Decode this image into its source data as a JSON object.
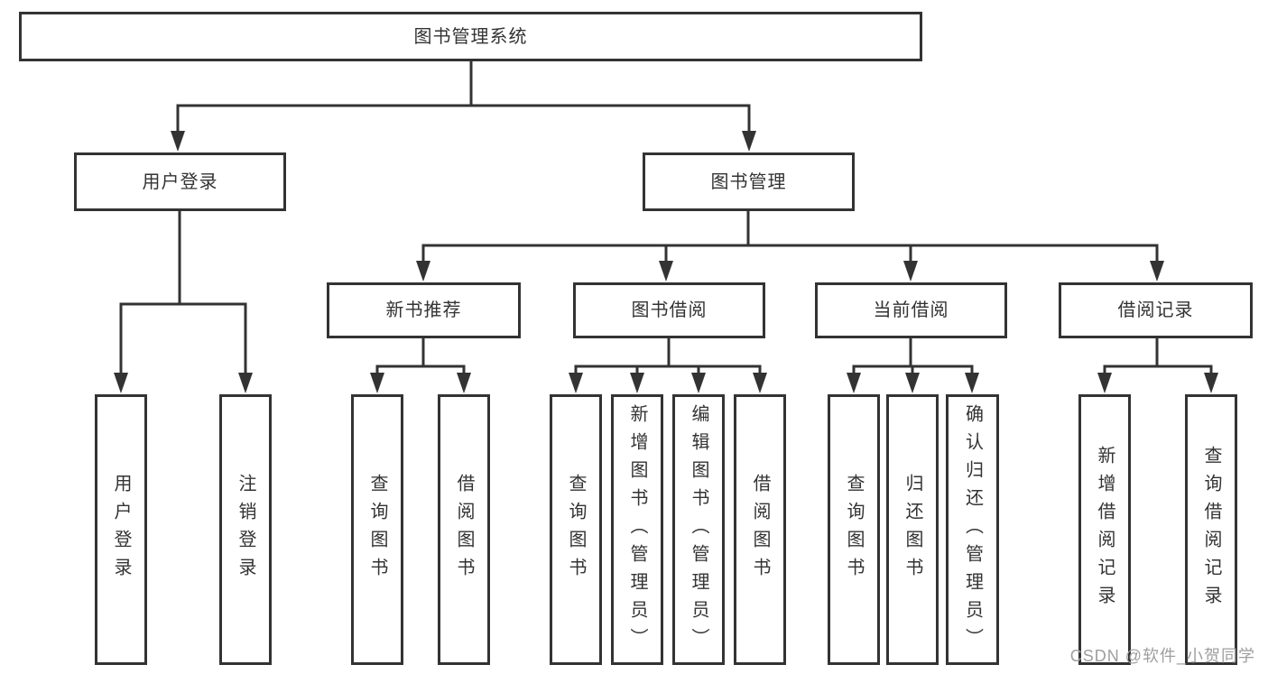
{
  "diagram": {
    "type": "tree",
    "nodes": {
      "root": "图书管理系统",
      "user_login": "用户登录",
      "book_management": "图书管理",
      "new_book_recommend": "新书推荐",
      "book_borrow": "图书借阅",
      "current_borrow": "当前借阅",
      "borrow_records": "借阅记录",
      "leaf_user_login": "用户登录",
      "leaf_logout": "注销登录",
      "leaf_query_books_recommend": "查询图书",
      "leaf_borrow_books_recommend": "借阅图书",
      "leaf_query_books_borrow": "查询图书",
      "leaf_add_books_admin": "新增图书（管理员）",
      "leaf_edit_books_admin": "编辑图书（管理员）",
      "leaf_borrow_books_borrow": "借阅图书",
      "leaf_query_books_current": "查询图书",
      "leaf_return_books": "归还图书",
      "leaf_confirm_return_admin": "确认归还（管理员）",
      "leaf_add_borrow_record": "新增借阅记录",
      "leaf_query_borrow_record": "查询借阅记录"
    },
    "edges": [
      [
        "root",
        "user_login"
      ],
      [
        "root",
        "book_management"
      ],
      [
        "user_login",
        "leaf_user_login"
      ],
      [
        "user_login",
        "leaf_logout"
      ],
      [
        "book_management",
        "new_book_recommend"
      ],
      [
        "book_management",
        "book_borrow"
      ],
      [
        "book_management",
        "current_borrow"
      ],
      [
        "book_management",
        "borrow_records"
      ],
      [
        "new_book_recommend",
        "leaf_query_books_recommend"
      ],
      [
        "new_book_recommend",
        "leaf_borrow_books_recommend"
      ],
      [
        "book_borrow",
        "leaf_query_books_borrow"
      ],
      [
        "book_borrow",
        "leaf_add_books_admin"
      ],
      [
        "book_borrow",
        "leaf_edit_books_admin"
      ],
      [
        "book_borrow",
        "leaf_borrow_books_borrow"
      ],
      [
        "current_borrow",
        "leaf_query_books_current"
      ],
      [
        "current_borrow",
        "leaf_return_books"
      ],
      [
        "current_borrow",
        "leaf_confirm_return_admin"
      ],
      [
        "borrow_records",
        "leaf_add_borrow_record"
      ],
      [
        "borrow_records",
        "leaf_query_borrow_record"
      ]
    ],
    "colors": {
      "line": "#333333",
      "text": "#333333",
      "box_fill": "#ffffff",
      "watermark": "#9e9e9e"
    }
  },
  "watermark": "CSDN @软件_小贺同学"
}
